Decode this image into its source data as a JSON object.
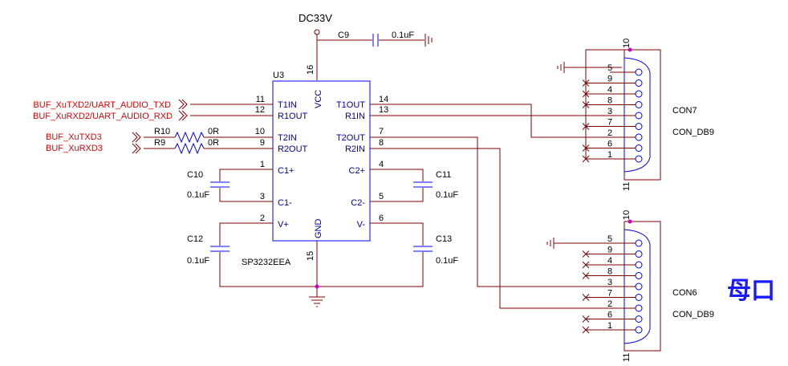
{
  "power": {
    "net": "DC33V"
  },
  "c9": {
    "ref": "C9",
    "value": "0.1uF"
  },
  "u3": {
    "ref": "U3",
    "part": "SP3232EEA",
    "vcc_label": "VCC",
    "gnd_label": "GND",
    "vcc_pin": "16",
    "gnd_pin": "15",
    "left_pins": [
      {
        "num": "11",
        "name": "T1IN"
      },
      {
        "num": "12",
        "name": "R1OUT"
      },
      {
        "num": "10",
        "name": "T2IN"
      },
      {
        "num": "9",
        "name": "R2OUT"
      },
      {
        "num": "1",
        "name": "C1+"
      },
      {
        "num": "3",
        "name": "C1-"
      },
      {
        "num": "2",
        "name": "V+"
      }
    ],
    "right_pins": [
      {
        "num": "14",
        "name": "T1OUT"
      },
      {
        "num": "13",
        "name": "R1IN"
      },
      {
        "num": "7",
        "name": "T2OUT"
      },
      {
        "num": "8",
        "name": "R2IN"
      },
      {
        "num": "4",
        "name": "C2+"
      },
      {
        "num": "5",
        "name": "C2-"
      },
      {
        "num": "6",
        "name": "V-"
      }
    ]
  },
  "nets": {
    "txd2": "BUF_XuTXD2/UART_AUDIO_TXD",
    "rxd2": "BUF_XuRXD2/UART_AUDIO_RXD",
    "txd3": "BUF_XuTXD3",
    "rxd3": "BUF_XuRXD3"
  },
  "r10": {
    "ref": "R10",
    "value": "0R"
  },
  "r9": {
    "ref": "R9",
    "value": "0R"
  },
  "c10": {
    "ref": "C10",
    "value": "0.1uF"
  },
  "c11": {
    "ref": "C11",
    "value": "0.1uF"
  },
  "c12": {
    "ref": "C12",
    "value": "0.1uF"
  },
  "c13": {
    "ref": "C13",
    "value": "0.1uF"
  },
  "con7": {
    "ref": "CON7",
    "part": "CON_DB9",
    "pins": [
      "5",
      "9",
      "4",
      "8",
      "3",
      "7",
      "2",
      "6",
      "1"
    ],
    "shell_top": "10",
    "shell_bottom": "11"
  },
  "con6": {
    "ref": "CON6",
    "part": "CON_DB9",
    "pins": [
      "5",
      "9",
      "4",
      "8",
      "3",
      "7",
      "2",
      "6",
      "1"
    ],
    "shell_top": "10",
    "shell_bottom": "11"
  },
  "annotation": "母口"
}
